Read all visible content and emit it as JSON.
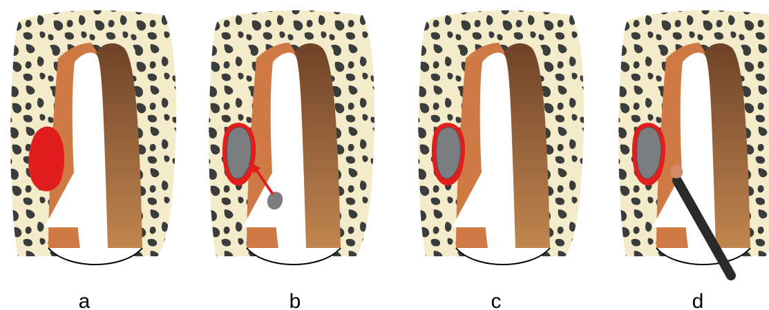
{
  "figure": {
    "panels": [
      {
        "id": "a",
        "label": "a",
        "state": "red lesion beside root"
      },
      {
        "id": "b",
        "label": "b",
        "state": "grey filling pushed toward lesion (arrow)"
      },
      {
        "id": "c",
        "label": "c",
        "state": "filled defect with red margin"
      },
      {
        "id": "d",
        "label": "d",
        "state": "instrument applying material"
      }
    ]
  },
  "colors": {
    "bone_bg": "#f3ebc9",
    "bone_spot": "#3a3d3c",
    "root_light": "#cf7a45",
    "root_dark": "#7a4a2a",
    "canal": "#ffffff",
    "lesion": "#e11d1d",
    "filling": "#7c7d80",
    "instrument": "#2a2a2a",
    "instrument_tip": "#d48a6a",
    "outline": "#000000"
  },
  "icons": {
    "arrow": "red-arrow-icon",
    "instrument": "endodontic-instrument-icon"
  }
}
